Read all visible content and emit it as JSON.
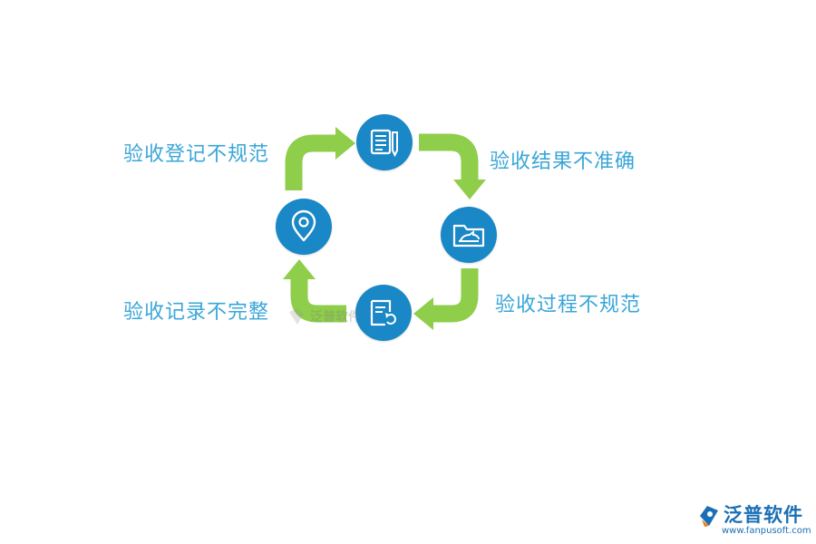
{
  "colors": {
    "arrow": "#8fce4a",
    "node": "#1a87c6",
    "label": "#3aa6d8",
    "brand": "#1a6fb5",
    "brand_accent": "#f07d1a"
  },
  "cycle": {
    "labels": {
      "top_left": "验收登记不规范",
      "top_right": "验收结果不准确",
      "bottom_right": "验收过程不规范",
      "bottom_left": "验收记录不完整"
    },
    "nodes": {
      "top": "document-pencil-icon",
      "right": "folder-icon",
      "bottom": "document-refresh-icon",
      "left": "location-pin-icon"
    }
  },
  "watermark": {
    "center_text": "泛普软件"
  },
  "brand": {
    "name": "泛普软件",
    "url": "www.fanpusoft.com",
    "logo": "fanpu-logo-icon"
  }
}
